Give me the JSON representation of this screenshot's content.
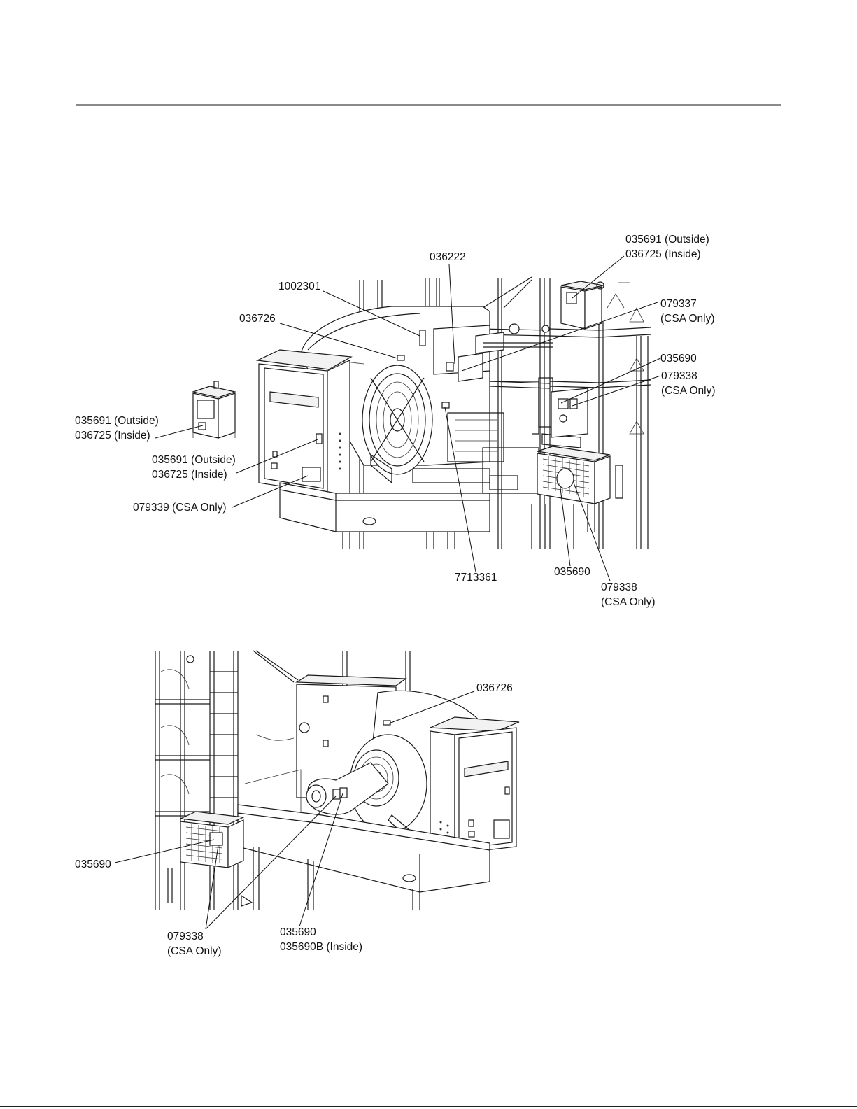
{
  "page": {
    "background": "#ffffff",
    "rule_color": "#8a8a8a"
  },
  "top_view": {
    "callouts": [
      {
        "id": "c1",
        "lines": [
          "035691 (Outside)",
          "036725 (Inside)"
        ]
      },
      {
        "id": "c2",
        "lines": [
          "036222"
        ]
      },
      {
        "id": "c3",
        "lines": [
          "1002301"
        ]
      },
      {
        "id": "c4",
        "lines": [
          "036726"
        ]
      },
      {
        "id": "c5",
        "lines": [
          "079337",
          "(CSA Only)"
        ]
      },
      {
        "id": "c6",
        "lines": [
          "035690"
        ]
      },
      {
        "id": "c7",
        "lines": [
          "079338",
          "(CSA Only)"
        ]
      },
      {
        "id": "c8",
        "lines": [
          "035691 (Outside)",
          "036725 (Inside)"
        ]
      },
      {
        "id": "c9",
        "lines": [
          "035691 (Outside)",
          "036725 (Inside)"
        ]
      },
      {
        "id": "c10",
        "lines": [
          "079339 (CSA Only)"
        ]
      },
      {
        "id": "c11",
        "lines": [
          "7713361"
        ]
      },
      {
        "id": "c12",
        "lines": [
          "035690"
        ]
      },
      {
        "id": "c13",
        "lines": [
          "079338",
          "(CSA Only)"
        ]
      }
    ]
  },
  "bottom_view": {
    "callouts": [
      {
        "id": "d1",
        "lines": [
          "036726"
        ]
      },
      {
        "id": "d2",
        "lines": [
          "035690"
        ]
      },
      {
        "id": "d3",
        "lines": [
          "079338",
          "(CSA Only)"
        ]
      },
      {
        "id": "d4",
        "lines": [
          "035690",
          "035690B (Inside)"
        ]
      }
    ]
  }
}
